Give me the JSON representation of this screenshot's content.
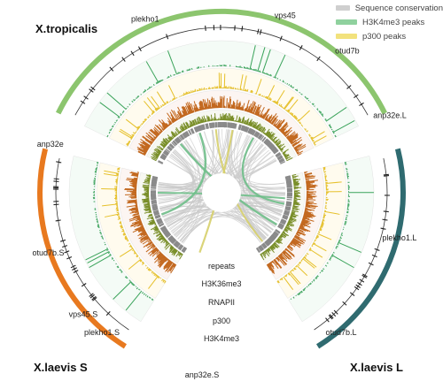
{
  "legend": [
    {
      "label": "Sequence conservation",
      "color": "#cfcfcf"
    },
    {
      "label": "H3K4me3 peaks",
      "color": "#8fd19e"
    },
    {
      "label": "p300 peaks",
      "color": "#f2e27d"
    }
  ],
  "genomes": [
    {
      "name": "X.tropicalis",
      "color": "#8cc56e"
    },
    {
      "name": "X.laevis L",
      "color": "#2f6b70"
    },
    {
      "name": "X.laevis S",
      "color": "#e8791f"
    }
  ],
  "genes": [
    "plekho1",
    "vps45",
    "otud7b",
    "anp32e",
    "anp32e.L",
    "plekho1.L",
    "otud7b.L",
    "otud7b.S",
    "vps45.S",
    "plekho1.S",
    "anp32e.S"
  ],
  "tracks": [
    "repeats",
    "H3K36me3",
    "RNAPII",
    "p300",
    "H3K4me3"
  ],
  "colors": {
    "h3k4me3": "#3aa35a",
    "p300": "#e6c02a",
    "rnapii": "#c2671d",
    "h3k36me3": "#7a8f2a",
    "repeats": "#8a8a8a",
    "link": "#c9c9c9",
    "link_green": "#6fbf8a",
    "link_yellow": "#d6cf6a"
  }
}
